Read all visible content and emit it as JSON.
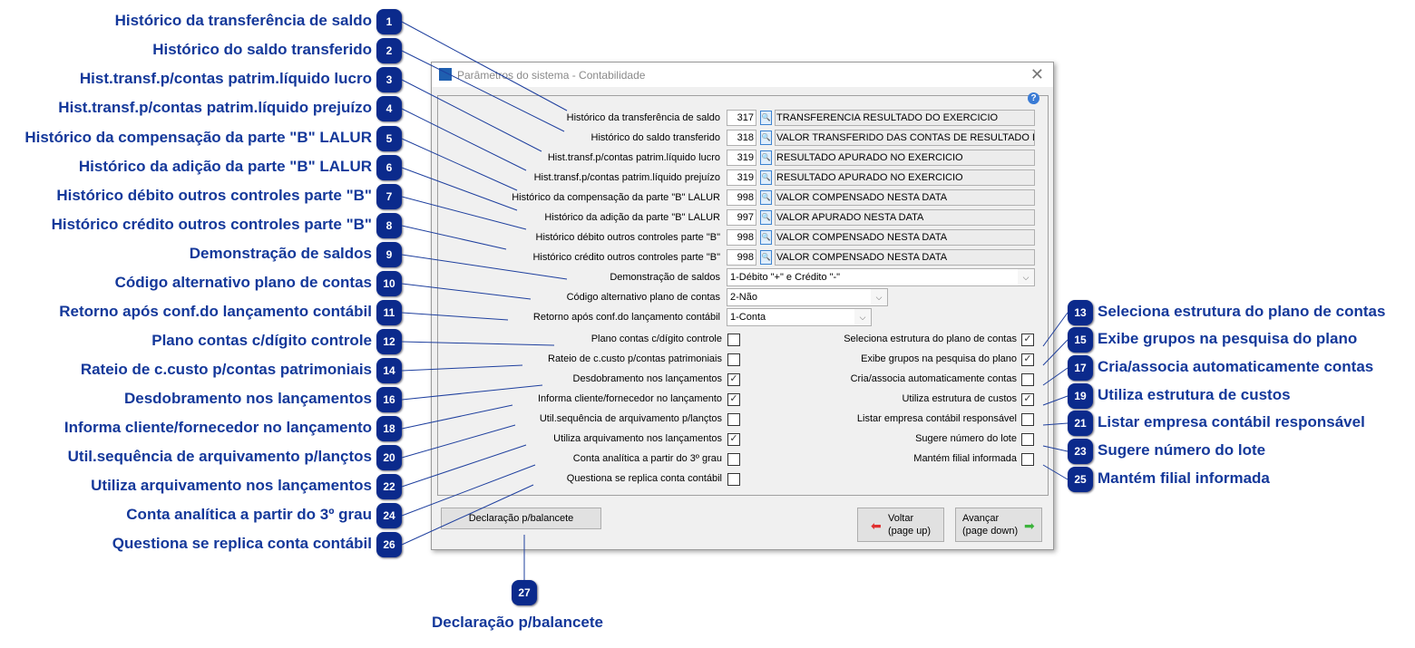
{
  "dialog": {
    "title": "Parâmetros do sistema - Contabilidade",
    "help_icon": "?",
    "close_icon": "✕"
  },
  "history_fields": [
    {
      "label": "Histórico da transferência de saldo",
      "code": "317",
      "description": "TRANSFERENCIA RESULTADO DO EXERCICIO"
    },
    {
      "label": "Histórico do saldo transferido",
      "code": "318",
      "description": "VALOR TRANSFERIDO DAS CONTAS DE RESULTADO DO EX"
    },
    {
      "label": "Hist.transf.p/contas patrim.líquido lucro",
      "code": "319",
      "description": "RESULTADO APURADO NO EXERCICIO"
    },
    {
      "label": "Hist.transf.p/contas patrim.líquido prejuízo",
      "code": "319",
      "description": "RESULTADO APURADO NO EXERCICIO"
    },
    {
      "label": "Histórico da compensação da parte \"B\" LALUR",
      "code": "998",
      "description": "VALOR COMPENSADO NESTA DATA"
    },
    {
      "label": "Histórico da adição da parte \"B\" LALUR",
      "code": "997",
      "description": "VALOR APURADO NESTA DATA"
    },
    {
      "label": "Histórico débito outros controles parte \"B\"",
      "code": "998",
      "description": "VALOR COMPENSADO NESTA DATA"
    },
    {
      "label": "Histórico crédito outros controles parte \"B\"",
      "code": "998",
      "description": "VALOR COMPENSADO NESTA DATA"
    }
  ],
  "selects": [
    {
      "label": "Demonstração de saldos",
      "value": "1-Débito \"+\" e Crédito \"-\""
    },
    {
      "label": "Código alternativo plano de contas",
      "value": "2-Não"
    },
    {
      "label": "Retorno após conf.do lançamento contábil",
      "value": "1-Conta"
    }
  ],
  "checkboxes_left": [
    {
      "label": "Plano contas c/dígito controle",
      "checked": false
    },
    {
      "label": "Rateio de c.custo p/contas patrimoniais",
      "checked": false
    },
    {
      "label": "Desdobramento nos lançamentos",
      "checked": true
    },
    {
      "label": "Informa cliente/fornecedor no lançamento",
      "checked": true
    },
    {
      "label": "Util.sequência de arquivamento p/lançtos",
      "checked": false
    },
    {
      "label": "Utiliza arquivamento nos lançamentos",
      "checked": true
    },
    {
      "label": "Conta analítica a partir do 3º grau",
      "checked": false
    },
    {
      "label": "Questiona se replica conta contábil",
      "checked": false
    }
  ],
  "checkboxes_right": [
    {
      "label": "Seleciona estrutura do plano de contas",
      "checked": true
    },
    {
      "label": "Exibe grupos na pesquisa do plano",
      "checked": true
    },
    {
      "label": "Cria/associa automaticamente contas",
      "checked": false
    },
    {
      "label": "Utiliza estrutura de custos",
      "checked": true
    },
    {
      "label": "Listar empresa contábil responsável",
      "checked": false
    },
    {
      "label": "Sugere número do lote",
      "checked": false
    },
    {
      "label": "Mantém filial informada",
      "checked": false
    }
  ],
  "buttons": {
    "declaracao": "Declaração p/balancete",
    "voltar_1": "Voltar",
    "voltar_2": "(page up)",
    "avancar_1": "Avançar",
    "avancar_2": "(page down)"
  },
  "callouts": [
    {
      "n": "1",
      "label": "Histórico da transferência de saldo"
    },
    {
      "n": "2",
      "label": "Histórico do saldo transferido"
    },
    {
      "n": "3",
      "label": "Hist.transf.p/contas patrim.líquido lucro"
    },
    {
      "n": "4",
      "label": "Hist.transf.p/contas patrim.líquido prejuízo"
    },
    {
      "n": "5",
      "label": "Histórico da compensação da parte \"B\" LALUR"
    },
    {
      "n": "6",
      "label": "Histórico da adição da parte \"B\" LALUR"
    },
    {
      "n": "7",
      "label": "Histórico débito outros controles parte \"B\""
    },
    {
      "n": "8",
      "label": "Histórico crédito outros controles parte \"B\""
    },
    {
      "n": "9",
      "label": "Demonstração de saldos"
    },
    {
      "n": "10",
      "label": "Código alternativo plano de contas"
    },
    {
      "n": "11",
      "label": "Retorno após conf.do lançamento contábil"
    },
    {
      "n": "12",
      "label": "Plano contas c/dígito controle"
    },
    {
      "n": "14",
      "label": "Rateio de c.custo p/contas patrimoniais"
    },
    {
      "n": "16",
      "label": "Desdobramento nos lançamentos"
    },
    {
      "n": "18",
      "label": "Informa cliente/fornecedor no lançamento"
    },
    {
      "n": "20",
      "label": "Util.sequência de arquivamento p/lançtos"
    },
    {
      "n": "22",
      "label": "Utiliza arquivamento nos lançamentos"
    },
    {
      "n": "24",
      "label": "Conta analítica a partir do 3º grau"
    },
    {
      "n": "26",
      "label": "Questiona se replica conta contábil"
    },
    {
      "n": "13",
      "label": "Seleciona estrutura do plano de contas"
    },
    {
      "n": "15",
      "label": "Exibe grupos na pesquisa do plano"
    },
    {
      "n": "17",
      "label": "Cria/associa automaticamente contas"
    },
    {
      "n": "19",
      "label": "Utiliza estrutura de custos"
    },
    {
      "n": "21",
      "label": "Listar empresa contábil responsável"
    },
    {
      "n": "23",
      "label": "Sugere número do lote"
    },
    {
      "n": "25",
      "label": "Mantém filial informada"
    },
    {
      "n": "27",
      "label": "Declaração p/balancete"
    }
  ]
}
